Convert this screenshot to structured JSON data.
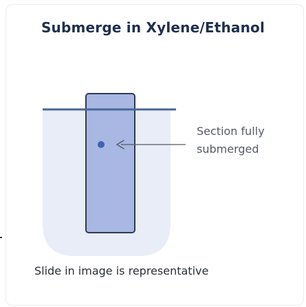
{
  "title": "Submerge in Xylene/Ethanol",
  "callout": {
    "line1": "Section fully",
    "line2": "submerged"
  },
  "caption": "Slide in image is representative",
  "colors": {
    "title": "#1f2f4d",
    "liquid": "#e8edf7",
    "slide_fill": "#a9b7e3",
    "slide_stroke": "#2f3a56",
    "surface_line": "#4a6697",
    "section_dot": "#3e63b4",
    "pointer": "#555a63"
  }
}
